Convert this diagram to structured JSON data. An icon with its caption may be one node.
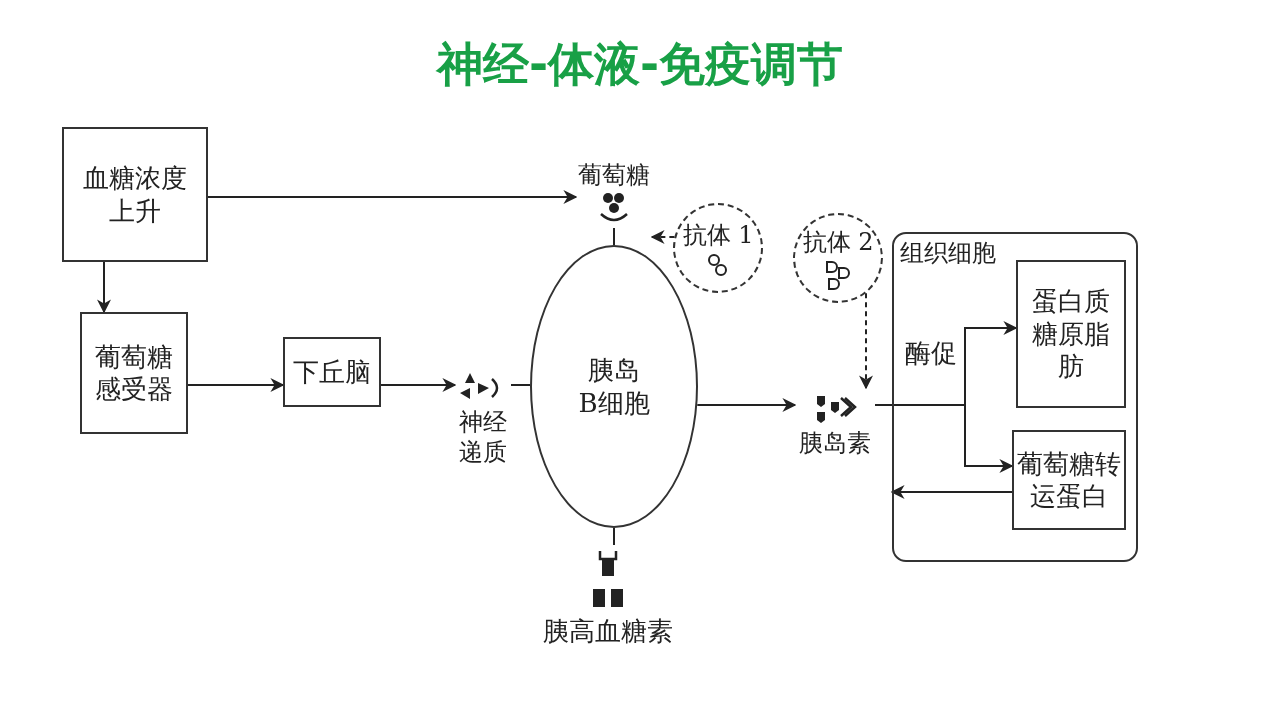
{
  "diagram": {
    "title": "神经-体液-免疫调节",
    "nodes": [
      {
        "text": [
          "血糖浓度上升"
        ]
      },
      {
        "text": [
          "葡萄糖感受器"
        ]
      },
      {
        "text": [
          "下丘脑"
        ]
      },
      {
        "text": [
          "神经递质"
        ]
      },
      {
        "text": [
          "胰岛 B细胞"
        ]
      },
      {
        "text": [
          "葡萄糖"
        ]
      },
      {
        "text": [
          "抗体 1"
        ]
      },
      {
        "text": [
          "抗体 2"
        ]
      },
      {
        "text": [
          "胰岛素"
        ]
      },
      {
        "text": [
          "组织细胞"
        ]
      },
      {
        "text": [
          "蛋白质糖原脂肪"
        ],
        "in": 9
      },
      {
        "text": [
          "葡萄糖转运蛋白"
        ],
        "in": 9
      },
      {
        "text": [
          "胰高血糖素"
        ]
      }
    ],
    "edges": [
      {
        "from": 0,
        "to": 5,
        "arrow": "to"
      },
      {
        "from": 0,
        "to": 1,
        "arrow": "to"
      },
      {
        "from": 1,
        "to": 2,
        "arrow": "to"
      },
      {
        "from": 2,
        "to": 3,
        "arrow": "to"
      },
      {
        "from": 3,
        "to": 4,
        "arrow": "none"
      },
      {
        "from": 5,
        "to": 4,
        "arrow": "none"
      },
      {
        "from": 6,
        "to": 5,
        "arrow": "to",
        "style": "dashed"
      },
      {
        "from": 7,
        "to": 8,
        "arrow": "to",
        "style": "dashed"
      },
      {
        "from": 4,
        "to": 8,
        "arrow": "to"
      },
      {
        "from": 8,
        "to": 10,
        "arrow": "to",
        "label": "酶促"
      },
      {
        "from": 8,
        "to": 11,
        "arrow": "to"
      },
      {
        "from": 11,
        "to": 9,
        "arrow": "to"
      },
      {
        "from": 4,
        "to": 12,
        "arrow": "none"
      }
    ]
  }
}
